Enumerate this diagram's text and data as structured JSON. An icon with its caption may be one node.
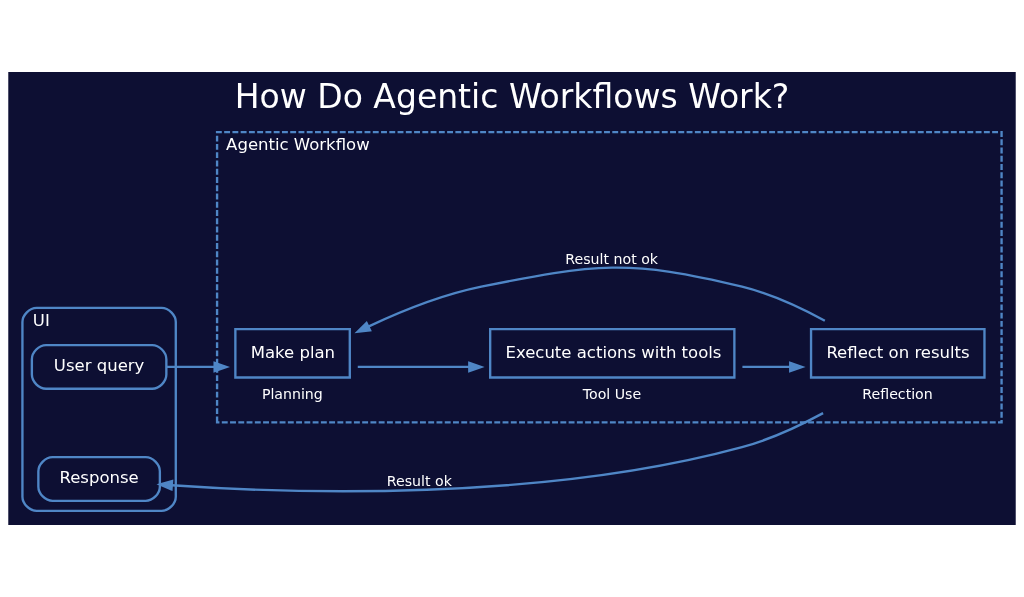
{
  "diagram": {
    "title": "How Do Agentic Workflows Work?",
    "nodes": [
      {
        "text": [
          "UI"
        ]
      },
      {
        "text": [
          "User query"
        ],
        "in": 0
      },
      {
        "text": [
          "Response"
        ],
        "in": 0
      },
      {
        "text": [
          "Agentic Workflow"
        ]
      },
      {
        "text": [
          "Make plan"
        ],
        "in": 3,
        "beside": [
          "Planning"
        ]
      },
      {
        "text": [
          "Execute actions with tools"
        ],
        "in": 3,
        "beside": [
          "Tool Use"
        ]
      },
      {
        "text": [
          "Reflect on results"
        ],
        "in": 3,
        "beside": [
          "Reflection"
        ]
      }
    ],
    "edges": [
      {
        "from": 1,
        "to": 4,
        "arrow": "to"
      },
      {
        "from": 4,
        "to": 5,
        "arrow": "to"
      },
      {
        "from": 5,
        "to": 6,
        "arrow": "to"
      },
      {
        "from": 6,
        "to": 4,
        "arrow": "to",
        "label": "Result not ok"
      },
      {
        "from": 6,
        "to": 2,
        "arrow": "to",
        "label": "Result ok"
      }
    ]
  }
}
